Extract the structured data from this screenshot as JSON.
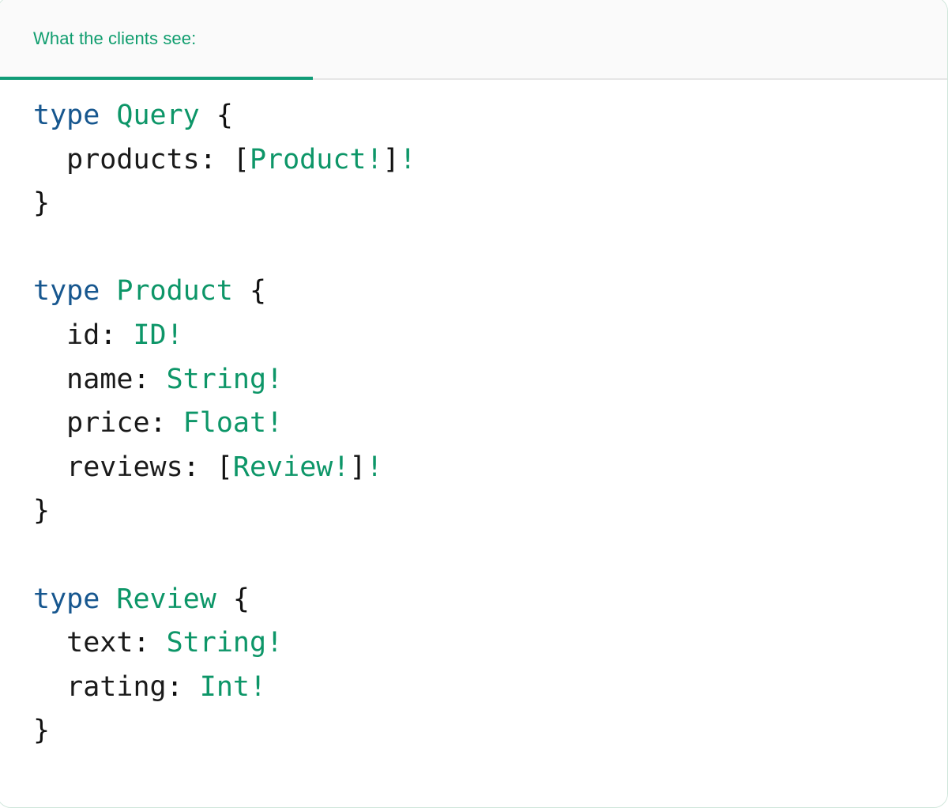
{
  "card": {
    "border_color": "#cfe6da",
    "background": "#ffffff"
  },
  "tabs": {
    "active_index": 0,
    "underline_color": "#119c77",
    "baseline_color": "#e6e6e6",
    "strip_background": "#fafafa",
    "items": [
      {
        "label": "What the clients see:",
        "color": "#0f9d6e",
        "active": true
      }
    ]
  },
  "code": {
    "language": "graphql",
    "background": "#ffffff",
    "colors": {
      "keyword": "#17578f",
      "type": "#0d9668",
      "punctuation": "#111111",
      "field": "#1a1a1a",
      "non_null": "#0d9668"
    },
    "text": "type Query {\n  products: [Product!]!\n}\n\ntype Product {\n  id: ID!\n  name: String!\n  price: Float!\n  reviews: [Review!]!\n}\n\ntype Review {\n  text: String!\n  rating: Int!\n}",
    "lines": [
      {
        "n": 1,
        "tokens": [
          {
            "t": "type",
            "c": "keyword"
          },
          {
            "t": " ",
            "c": "plain"
          },
          {
            "t": "Query",
            "c": "type"
          },
          {
            "t": " ",
            "c": "plain"
          },
          {
            "t": "{",
            "c": "punctuation"
          }
        ]
      },
      {
        "n": 2,
        "tokens": [
          {
            "t": "  ",
            "c": "plain"
          },
          {
            "t": "products",
            "c": "field"
          },
          {
            "t": ":",
            "c": "punctuation"
          },
          {
            "t": " ",
            "c": "plain"
          },
          {
            "t": "[",
            "c": "punctuation"
          },
          {
            "t": "Product",
            "c": "type"
          },
          {
            "t": "!",
            "c": "non_null"
          },
          {
            "t": "]",
            "c": "punctuation"
          },
          {
            "t": "!",
            "c": "non_null"
          }
        ]
      },
      {
        "n": 3,
        "tokens": [
          {
            "t": "}",
            "c": "punctuation"
          }
        ]
      },
      {
        "n": 4,
        "tokens": []
      },
      {
        "n": 5,
        "tokens": [
          {
            "t": "type",
            "c": "keyword"
          },
          {
            "t": " ",
            "c": "plain"
          },
          {
            "t": "Product",
            "c": "type"
          },
          {
            "t": " ",
            "c": "plain"
          },
          {
            "t": "{",
            "c": "punctuation"
          }
        ]
      },
      {
        "n": 6,
        "tokens": [
          {
            "t": "  ",
            "c": "plain"
          },
          {
            "t": "id",
            "c": "field"
          },
          {
            "t": ":",
            "c": "punctuation"
          },
          {
            "t": " ",
            "c": "plain"
          },
          {
            "t": "ID",
            "c": "type"
          },
          {
            "t": "!",
            "c": "non_null"
          }
        ]
      },
      {
        "n": 7,
        "tokens": [
          {
            "t": "  ",
            "c": "plain"
          },
          {
            "t": "name",
            "c": "field"
          },
          {
            "t": ":",
            "c": "punctuation"
          },
          {
            "t": " ",
            "c": "plain"
          },
          {
            "t": "String",
            "c": "type"
          },
          {
            "t": "!",
            "c": "non_null"
          }
        ]
      },
      {
        "n": 8,
        "tokens": [
          {
            "t": "  ",
            "c": "plain"
          },
          {
            "t": "price",
            "c": "field"
          },
          {
            "t": ":",
            "c": "punctuation"
          },
          {
            "t": " ",
            "c": "plain"
          },
          {
            "t": "Float",
            "c": "type"
          },
          {
            "t": "!",
            "c": "non_null"
          }
        ]
      },
      {
        "n": 9,
        "tokens": [
          {
            "t": "  ",
            "c": "plain"
          },
          {
            "t": "reviews",
            "c": "field"
          },
          {
            "t": ":",
            "c": "punctuation"
          },
          {
            "t": " ",
            "c": "plain"
          },
          {
            "t": "[",
            "c": "punctuation"
          },
          {
            "t": "Review",
            "c": "type"
          },
          {
            "t": "!",
            "c": "non_null"
          },
          {
            "t": "]",
            "c": "punctuation"
          },
          {
            "t": "!",
            "c": "non_null"
          }
        ]
      },
      {
        "n": 10,
        "tokens": [
          {
            "t": "}",
            "c": "punctuation"
          }
        ]
      },
      {
        "n": 11,
        "tokens": []
      },
      {
        "n": 12,
        "tokens": [
          {
            "t": "type",
            "c": "keyword"
          },
          {
            "t": " ",
            "c": "plain"
          },
          {
            "t": "Review",
            "c": "type"
          },
          {
            "t": " ",
            "c": "plain"
          },
          {
            "t": "{",
            "c": "punctuation"
          }
        ]
      },
      {
        "n": 13,
        "tokens": [
          {
            "t": "  ",
            "c": "plain"
          },
          {
            "t": "text",
            "c": "field"
          },
          {
            "t": ":",
            "c": "punctuation"
          },
          {
            "t": " ",
            "c": "plain"
          },
          {
            "t": "String",
            "c": "type"
          },
          {
            "t": "!",
            "c": "non_null"
          }
        ]
      },
      {
        "n": 14,
        "tokens": [
          {
            "t": "  ",
            "c": "plain"
          },
          {
            "t": "rating",
            "c": "field"
          },
          {
            "t": ":",
            "c": "punctuation"
          },
          {
            "t": " ",
            "c": "plain"
          },
          {
            "t": "Int",
            "c": "type"
          },
          {
            "t": "!",
            "c": "non_null"
          }
        ]
      },
      {
        "n": 15,
        "tokens": [
          {
            "t": "}",
            "c": "punctuation"
          }
        ]
      }
    ]
  }
}
